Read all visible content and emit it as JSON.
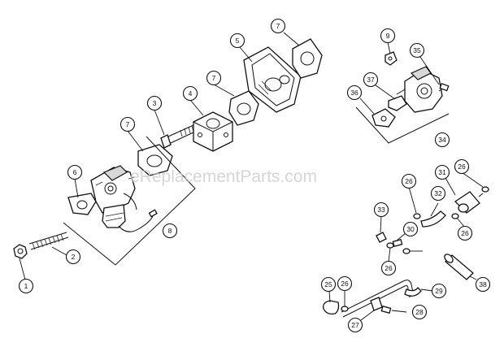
{
  "watermark": "eReplacementParts.com",
  "callouts": [
    "1",
    "2",
    "3",
    "4",
    "5",
    "6",
    "7",
    "7",
    "7",
    "8",
    "9",
    "25",
    "26",
    "26",
    "26",
    "26",
    "26",
    "27",
    "28",
    "29",
    "30",
    "31",
    "32",
    "33",
    "34",
    "35",
    "36",
    "37",
    "38"
  ]
}
